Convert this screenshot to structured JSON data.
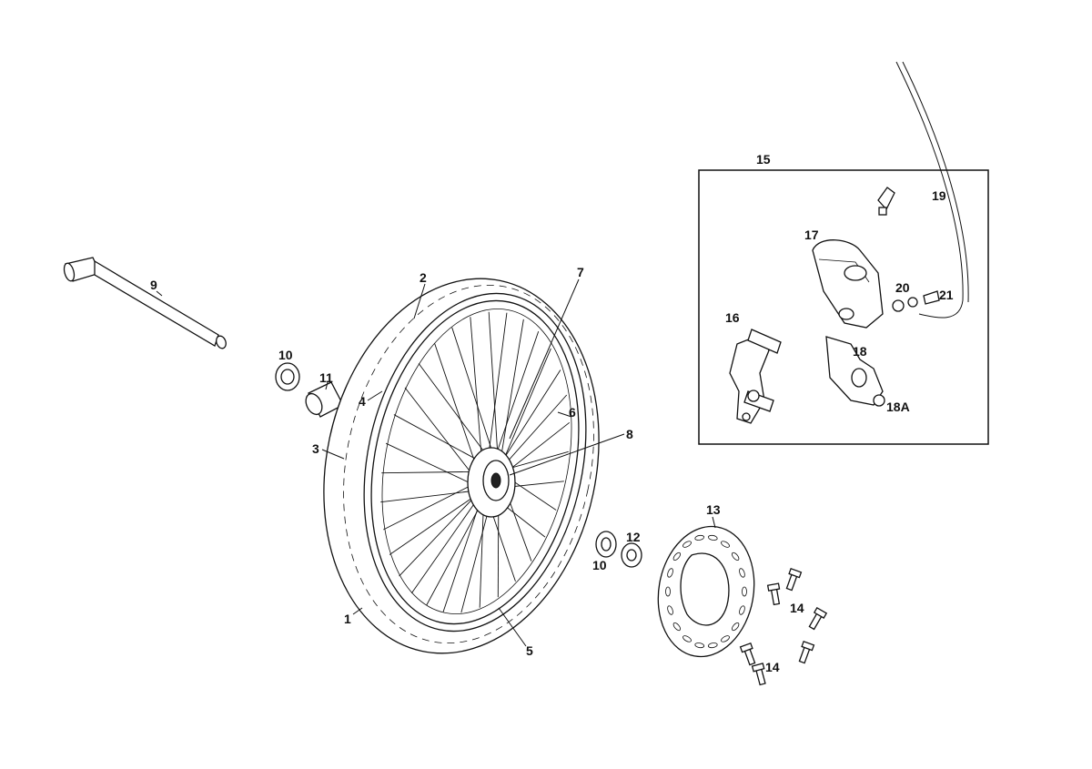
{
  "callouts": {
    "c1": "1",
    "c2": "2",
    "c3": "3",
    "c4": "4",
    "c5": "5",
    "c6": "6",
    "c7": "7",
    "c8": "8",
    "c9": "9",
    "c10a": "10",
    "c10b": "10",
    "c11": "11",
    "c12": "12",
    "c13": "13",
    "c14a": "14",
    "c14b": "14",
    "c15": "15",
    "c16": "16",
    "c17": "17",
    "c18": "18",
    "c18a": "18A",
    "c19": "19",
    "c20": "20",
    "c21": "21"
  },
  "colors": {
    "ink": "#111111",
    "paper": "#ffffff"
  }
}
